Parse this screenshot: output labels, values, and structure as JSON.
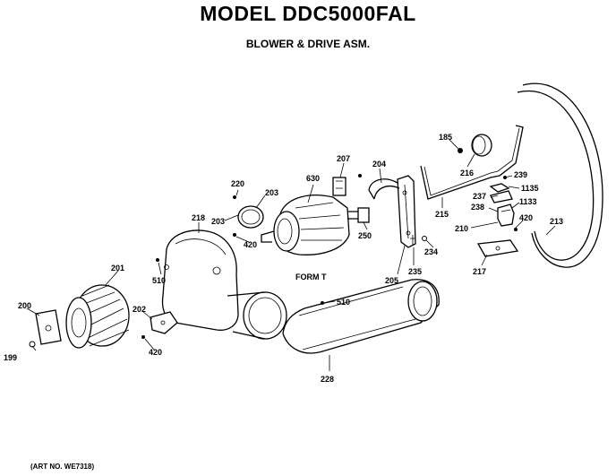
{
  "header": {
    "title": "MODEL DDC5000FAL",
    "subtitle": "BLOWER & DRIVE ASM."
  },
  "footer": {
    "art_number": "(ART NO. WE7318)"
  },
  "parts": {
    "p199": "199",
    "p200": "200",
    "p201": "201",
    "p202": "202",
    "p420a": "420",
    "p510a": "510",
    "p218": "218",
    "p220": "220",
    "p203a": "203",
    "p203b": "203",
    "p420b": "420",
    "p630": "630",
    "form": "FORM T",
    "p207": "207",
    "p204": "204",
    "p250": "250",
    "p234": "234",
    "p205": "205",
    "p235": "235",
    "p510b": "510",
    "p228": "228",
    "p185": "185",
    "p216": "216",
    "p215": "215",
    "p239": "239",
    "p1135": "1135",
    "p237": "237",
    "p238": "238",
    "p1133": "1133",
    "p210": "210",
    "p420c": "420",
    "p213": "213",
    "p217": "217"
  }
}
